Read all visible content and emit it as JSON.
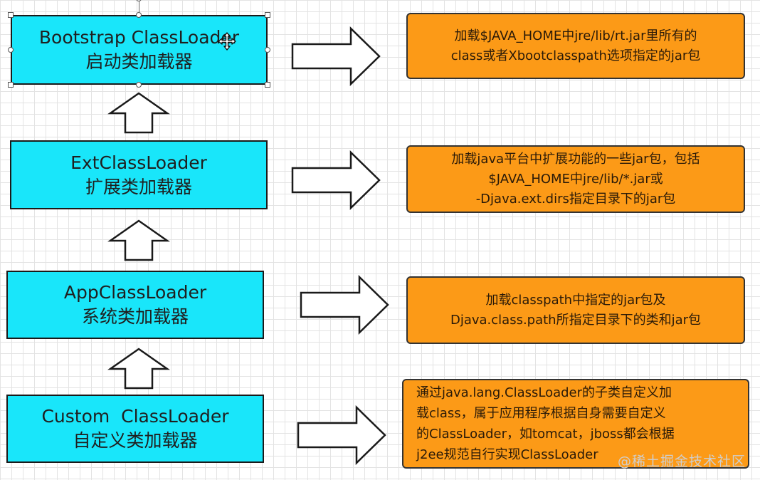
{
  "loaders": [
    {
      "name_en": "Bootstrap ClassLoader",
      "name_cn": "启动类加载器"
    },
    {
      "name_en": "ExtClassLoader",
      "name_cn": "扩展类加载器"
    },
    {
      "name_en": "AppClassLoader",
      "name_cn": "系统类加载器"
    },
    {
      "name_en": "Custom  ClassLoader",
      "name_cn": "自定义类加载器"
    }
  ],
  "descriptions": [
    [
      "加载$JAVA_HOME中jre/lib/rt.jar里所有的",
      "class或者Xbootclasspath选项指定的jar包"
    ],
    [
      "加载java平台中扩展功能的一些jar包，包括",
      "$JAVA_HOME中jre/lib/*.jar或",
      "-Djava.ext.dirs指定目录下的jar包"
    ],
    [
      "加载classpath中指定的jar包及",
      "Djava.class.path所指定目录下的类和jar包"
    ],
    [
      "通过java.lang.ClassLoader的子类自定义加",
      "载class，属于应用程序根据自身需要自定义",
      "的ClassLoader，如tomcat，jboss都会根据",
      "j2ee规范自行实现ClassLoader"
    ]
  ],
  "watermark": "@稀土掘金技术社区",
  "colors": {
    "loader_fill": "#19e6fa",
    "note_fill": "#fc9a17",
    "border": "#1a1a1a"
  }
}
